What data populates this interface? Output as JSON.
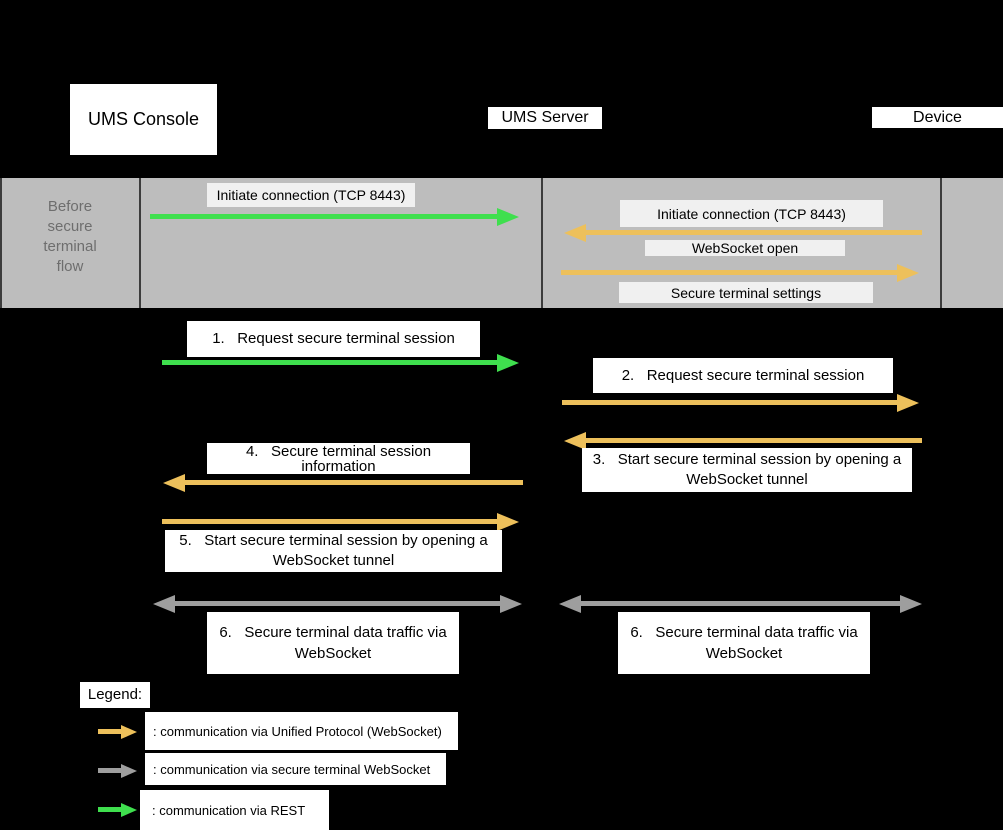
{
  "colors": {
    "bg": "#000000",
    "box_bg": "#ffffff",
    "text": "#000000",
    "band_bg": "#bdbdbd",
    "band_label_bg": "#f0f0f0",
    "band_text": "#6e6e6e",
    "divider": "#3c3c3c",
    "green": "#3fdf4e",
    "orange": "#edc05b",
    "gray_arrow": "#9e9e9e"
  },
  "actors": {
    "console": "UMS Console",
    "server": "UMS Server",
    "device": "Device"
  },
  "band": {
    "caption": "Before\nsecure\nterminal\nflow",
    "initiate_console": "Initiate connection (TCP 8443)",
    "initiate_device": "Initiate connection (TCP 8443)",
    "websocket_open": "WebSocket open",
    "secure_terminal_settings": "Secure terminal settings"
  },
  "steps": {
    "s1": "1.   Request secure terminal session",
    "s2": "2.   Request secure terminal session",
    "s3": "3.   Start secure terminal session by opening a WebSocket tunnel",
    "s4": "4.   Secure terminal session information",
    "s5": "5.   Start secure terminal session by opening a WebSocket tunnel",
    "s6_left": "6.   Secure terminal data traffic via WebSocket",
    "s6_right": "6.   Secure terminal data traffic via WebSocket"
  },
  "legend": {
    "title": "Legend:",
    "items": [
      {
        "label": ": communication via Unified Protocol (WebSocket)"
      },
      {
        "label": ": communication via secure terminal WebSocket"
      },
      {
        "label": ": communication via REST"
      }
    ]
  }
}
